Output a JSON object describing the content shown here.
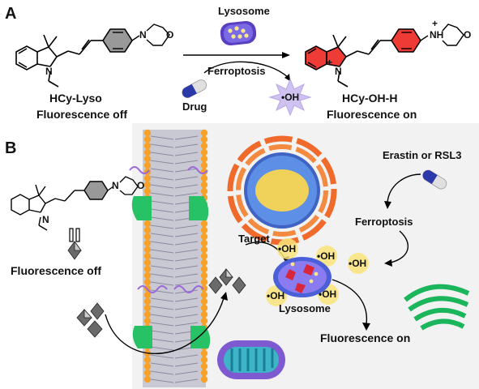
{
  "panel_a": {
    "letter": "A",
    "probe_name": "HCy-Lyso",
    "probe_state": "Fluorescence off",
    "lysosome_label": "Lysosome",
    "ferroptosis_label": "Ferroptosis",
    "drug_label": "Drug",
    "radical_label": "•OH",
    "product_name": "HCy-OH-H",
    "product_state": "Fluorescence on",
    "morpholine_nh": "NH",
    "plus_sign": "+",
    "n_label": "N",
    "o_label": "O"
  },
  "panel_b": {
    "letter": "B",
    "probe_state": "Fluorescence off",
    "inducer_label": "Erastin or RSL3",
    "ferroptosis_label": "Ferroptosis",
    "target_label": "Target",
    "lysosome_label": "Lysosome",
    "fluorescence_on": "Fluorescence on",
    "radical_label": "•OH",
    "n_label": "N",
    "o_label": "O"
  },
  "colors": {
    "probe_on": "#ee3b36",
    "phenyl_b": "#999999",
    "membrane_orange": "#f5a12a",
    "lysosome_blue": "#4a5fd8",
    "mito_green": "#1bb55c",
    "er_orange": "#ef6a2b",
    "oh_glow": "#fbe37a"
  },
  "icons": [
    "lysosome-icon",
    "drug-capsule-icon",
    "hydroxyl-radical-burst-icon",
    "nanocrystal-icon",
    "mitochondrion-icon",
    "endoplasmic-reticulum-icon",
    "golgi-icon",
    "cell-membrane"
  ]
}
